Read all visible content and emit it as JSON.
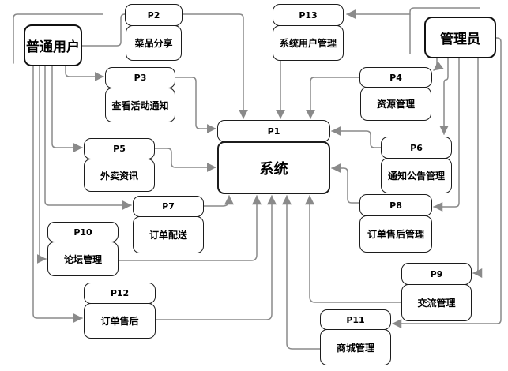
{
  "diagram": {
    "type": "context-data-flow-diagram",
    "entities": [
      {
        "id": "regular-user",
        "label": "普通用户"
      },
      {
        "id": "admin",
        "label": "管理员"
      }
    ],
    "system": {
      "id_label": "P1",
      "name": "系统"
    },
    "processes": [
      {
        "id": "P2",
        "label": "菜品分享"
      },
      {
        "id": "P3",
        "label": "查看活动通知"
      },
      {
        "id": "P4",
        "label": "资源管理"
      },
      {
        "id": "P5",
        "label": "外卖资讯"
      },
      {
        "id": "P6",
        "label": "通知公告管理"
      },
      {
        "id": "P7",
        "label": "订单配送"
      },
      {
        "id": "P8",
        "label": "订单售后管理"
      },
      {
        "id": "P9",
        "label": "交流管理"
      },
      {
        "id": "P10",
        "label": "论坛管理"
      },
      {
        "id": "P11",
        "label": "商城管理"
      },
      {
        "id": "P12",
        "label": "订单售后"
      },
      {
        "id": "P13",
        "label": "系统用户管理"
      }
    ],
    "edges": [
      "普通用户→P2",
      "普通用户→P3",
      "普通用户→P5",
      "普通用户→P7",
      "普通用户→P10",
      "普通用户→P12",
      "管理员→P13",
      "管理员→P4",
      "管理员→P6",
      "管理员→P8",
      "管理员→P9",
      "管理员→P11",
      "P2→P1",
      "P3→P1",
      "P13→P1",
      "P4→P1",
      "P5→P1",
      "P6→P1",
      "P7→P1",
      "P8→P1",
      "P9→P1",
      "P10→P1",
      "P11→P1",
      "P12→P1"
    ],
    "colors": {
      "connector": "#8a8a8a",
      "box_border": "#1c1c1c",
      "box_fill": "#ffffff",
      "text": "#000000",
      "background": "#ffffff"
    }
  }
}
